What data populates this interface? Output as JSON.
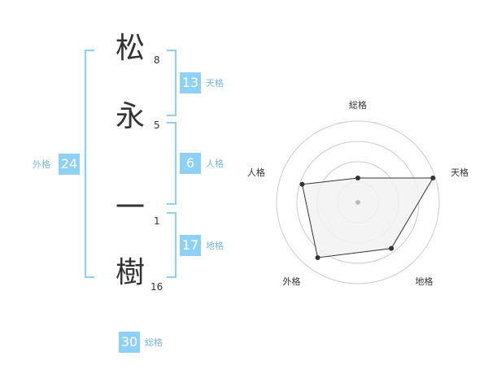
{
  "name_chars": [
    {
      "char": "松",
      "strokes": "8"
    },
    {
      "char": "永",
      "strokes": "5"
    },
    {
      "char": "一",
      "strokes": "1"
    },
    {
      "char": "樹",
      "strokes": "16"
    }
  ],
  "tenkaku": {
    "value": "13",
    "label": "天格"
  },
  "jinkaku": {
    "value": "6",
    "label": "人格"
  },
  "chikaku": {
    "value": "17",
    "label": "地格"
  },
  "gaikaku": {
    "value": "24",
    "label": "外格"
  },
  "soukaku": {
    "value": "30",
    "label": "総格"
  },
  "colors": {
    "accent": "#8fd0f7",
    "label": "#7ab8e0",
    "text": "#333333",
    "radar_fill": "#f2f2f2",
    "grid": "#cccccc"
  },
  "chart_data": {
    "type": "radar",
    "axes": [
      "総格",
      "天格",
      "地格",
      "外格",
      "人格"
    ],
    "values": [
      0.3,
      0.97,
      0.7,
      0.84,
      0.72
    ],
    "rings": 4,
    "range": [
      0,
      1
    ]
  }
}
